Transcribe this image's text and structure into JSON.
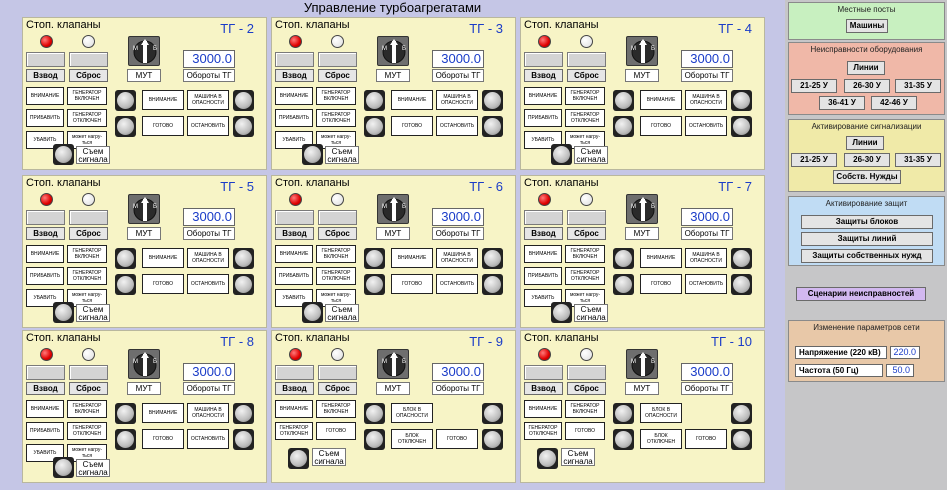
{
  "title": "Управление турбоагрегатами",
  "panel_common": {
    "valves_label": "Стоп. клапаны",
    "arm_label": "Взвод",
    "reset_label": "Сброс",
    "mut_label": "МУТ",
    "speed_label": "Обороты ТГ",
    "remove_signal_label": "Съем сигнала",
    "key_m": "М",
    "key_b": "Б"
  },
  "panels": [
    {
      "name": "ТГ - 2",
      "value": "3000.0",
      "variant": "a"
    },
    {
      "name": "ТГ - 3",
      "value": "3000.0",
      "variant": "a"
    },
    {
      "name": "ТГ - 4",
      "value": "3000.0",
      "variant": "a"
    },
    {
      "name": "ТГ - 5",
      "value": "3000.0",
      "variant": "a"
    },
    {
      "name": "ТГ - 6",
      "value": "3000.0",
      "variant": "a"
    },
    {
      "name": "ТГ - 7",
      "value": "3000.0",
      "variant": "a"
    },
    {
      "name": "ТГ - 8",
      "value": "3000.0",
      "variant": "a"
    },
    {
      "name": "ТГ - 9",
      "value": "3000.0",
      "variant": "b"
    },
    {
      "name": "ТГ - 10",
      "value": "3000.0",
      "variant": "b"
    }
  ],
  "signals_a": {
    "attention": "ВНИМАНИЕ",
    "add": "ПРИБАВИТЬ",
    "reduce": "УБАВИТЬ",
    "gen_on": "ГЕНЕРАТОР ВКЛЮЧЕН",
    "gen_off": "ГЕНЕРАТОР ОТКЛЮЧЕН",
    "can_load": "может нагру- ться",
    "attention2": "ВНИМАНИЕ",
    "ready": "ГОТОВО",
    "danger": "МАШИНА В ОПАСНОСТИ",
    "stop": "ОСТАНОВИТЬ"
  },
  "signals_b": {
    "attention": "ВНИМАНИЕ",
    "gen_on": "ГЕНЕРАТОР ВКЛЮЧЕН",
    "gen_off": "ГЕНЕРАТОР ОТКЛЮЧЕН",
    "ready": "ГОТОВО",
    "block_on": "БЛОК В ОПАСНОСТИ",
    "block_off": "БЛОК ОТКЛЮЧЕН",
    "ready2": "ГОТОВО"
  },
  "sidebar": {
    "local_posts": {
      "title": "Местные посты",
      "machines": "Машины"
    },
    "faults": {
      "title": "Неисправности оборудования",
      "lines": "Линии",
      "b1": "21-25 У",
      "b2": "26-30 У",
      "b3": "31-35 У",
      "b4": "36-41 У",
      "b5": "42-46 У"
    },
    "alarms": {
      "title": "Активирование сигнализации",
      "lines": "Линии",
      "b1": "21-25 У",
      "b2": "26-30 У",
      "b3": "31-35 У",
      "own": "Собств. Нужды"
    },
    "protections": {
      "title": "Активирование защит",
      "blocks": "Защиты блоков",
      "lines": "Защиты линий",
      "own": "Защиты собственных нужд"
    },
    "scenarios": "Сценарии неисправностей",
    "params": {
      "title": "Изменение параметров сети",
      "voltage_label": "Напряжение (220 кВ)",
      "voltage_value": "220.0",
      "freq_label": "Частота (50 Гц)",
      "freq_value": "50.0"
    }
  },
  "colors": {
    "panel_bg": "#f7f4c6",
    "accent_blue": "#1a3cc8",
    "lamp_red": "#e00000",
    "local_bg": "#c8f0c0",
    "faults_bg": "#f0b8a8",
    "alarms_bg": "#f0eaa8",
    "protect_bg": "#c0dcf4",
    "params_bg": "#e8c8a8",
    "scenario_btn": "#d2b8f0"
  }
}
